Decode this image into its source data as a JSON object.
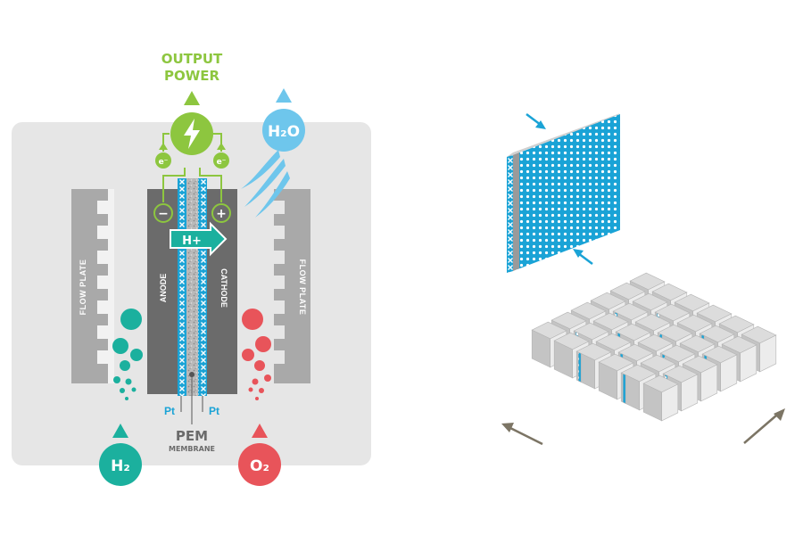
{
  "labels": {
    "output_power_line1": "OUTPUT",
    "output_power_line2": "POWER",
    "water": "H₂O",
    "electron": "e⁻",
    "minus": "−",
    "plus": "+",
    "proton": "H+",
    "anode": "ANODE",
    "cathode": "CATHODE",
    "flow_plate": "FLOW PLATE",
    "platinum": "Pt",
    "pem": "PEM",
    "membrane": "MEMBRANE",
    "hydrogen": "H₂",
    "oxygen": "O₂"
  },
  "colors": {
    "panel": "#e6e6e6",
    "flow_plate": "#a9a9a9",
    "flow_plate_inner": "#f2f2f2",
    "electrode": "#6b6b6b",
    "membrane_blue": "#1aa3d6",
    "green": "#8dc63f",
    "teal": "#1bb09e",
    "water_blue": "#6ec6ec",
    "red": "#e8545a",
    "gray_arrow": "#7c7565",
    "block_top": "#dcdcdc",
    "block_left": "#c4c4c4",
    "block_right": "#ececec"
  },
  "icons": [
    "lightning-icon",
    "up-arrow-icon",
    "right-arrow-icon",
    "water-stream-icon",
    "compression-arrow-icon",
    "expansion-arrow-icon"
  ]
}
